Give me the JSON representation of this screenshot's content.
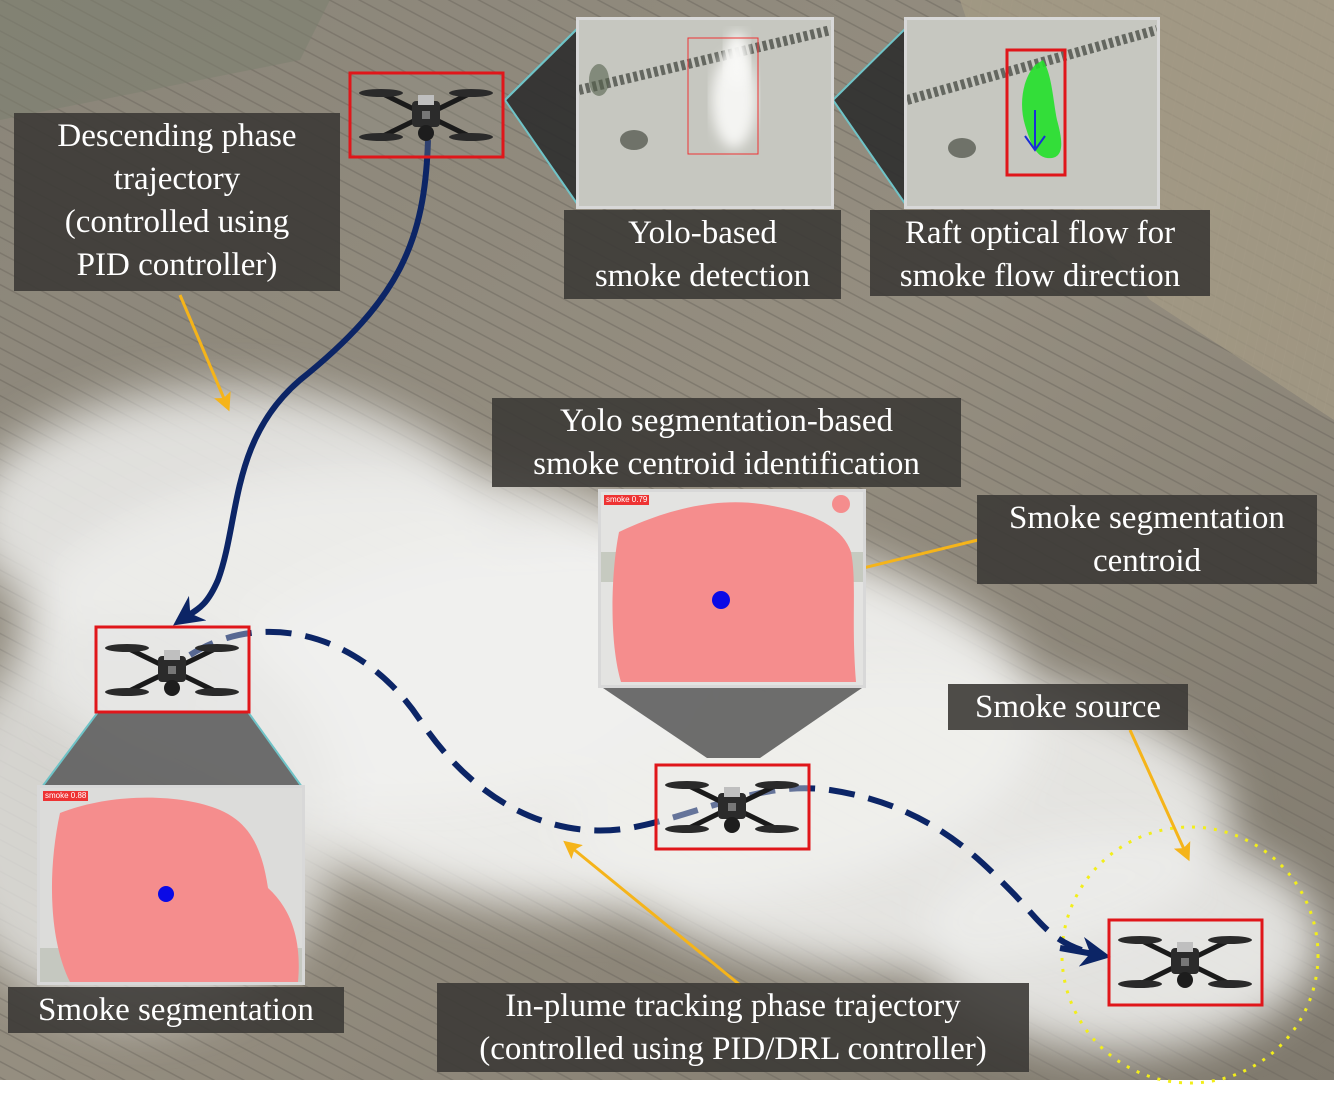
{
  "labels": {
    "descending": [
      "Descending phase",
      "trajectory",
      "(controlled using",
      "PID controller)"
    ],
    "yolo_detection": [
      "Yolo-based",
      "smoke detection"
    ],
    "raft": [
      "Raft optical flow for",
      "smoke flow direction"
    ],
    "yolo_segmentation": [
      "Yolo segmentation-based",
      "smoke centroid identification"
    ],
    "centroid": [
      "Smoke segmentation",
      "centroid"
    ],
    "smoke_source": [
      "Smoke source"
    ],
    "smoke_segmentation": [
      "Smoke segmentation"
    ],
    "in_plume": [
      "In-plume tracking phase trajectory",
      "(controlled using PID/DRL controller)"
    ]
  },
  "detections": {
    "segmentation_top": "smoke 0.79",
    "segmentation_left": "smoke 0.88"
  },
  "colors": {
    "trajectory": "#0c2566",
    "arrow": "#f5b41a",
    "drone_box": "#e0161a",
    "centroid_dot": "#0a0ae6",
    "seg_mask": "#f58d8d",
    "flow_mask": "#22e02a",
    "source_circle": "#f2ee1a"
  }
}
